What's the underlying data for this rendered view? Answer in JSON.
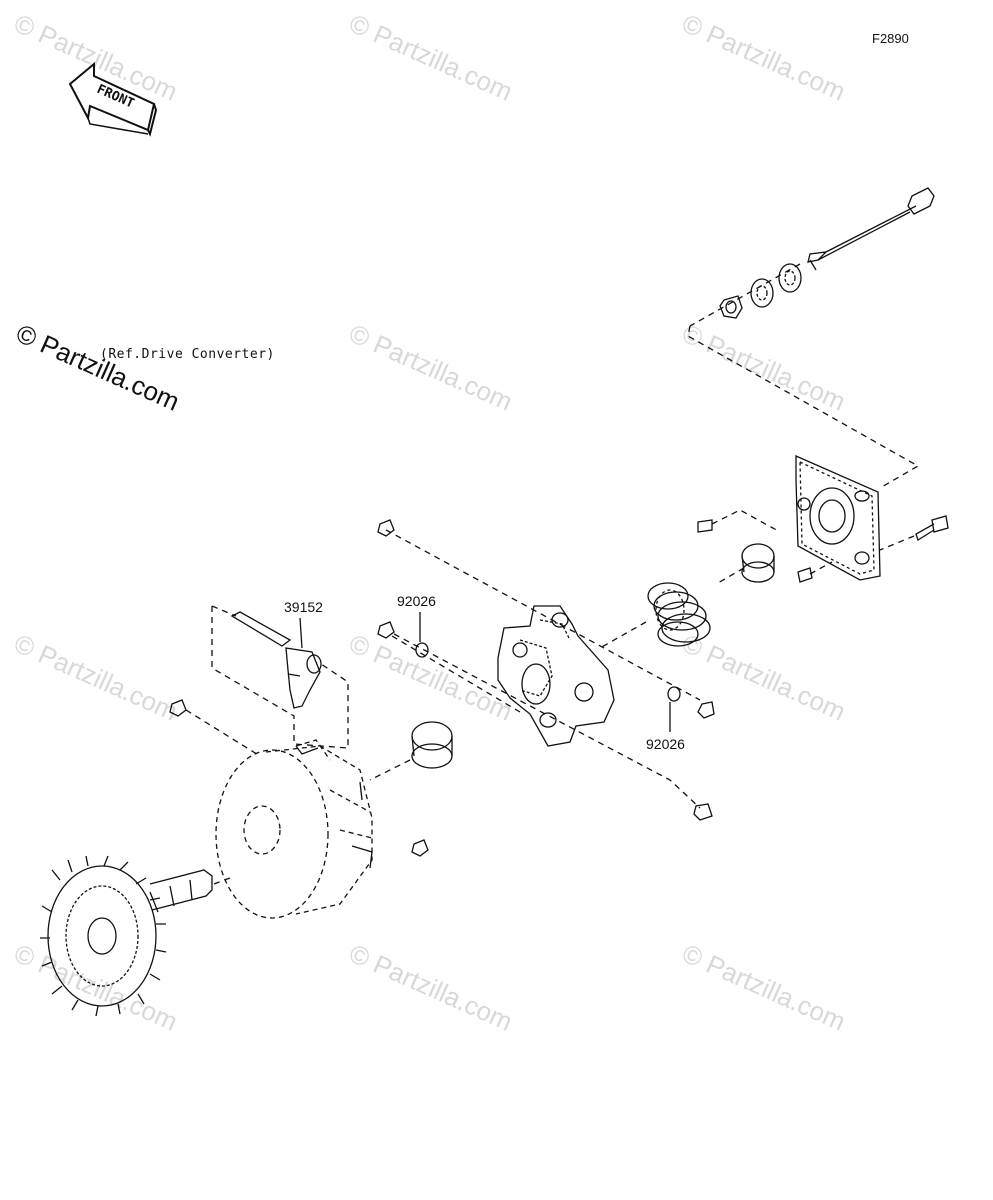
{
  "diagram": {
    "figure_code": "F2890",
    "front_arrow_label": "FRONT",
    "reference_note": "(Ref.Drive Converter)",
    "part_numbers": {
      "arm": "39152",
      "oring_upper": "92026",
      "oring_lower": "92026"
    },
    "watermark_text": "© Partzilla.com",
    "watermark_main": "© Partzilla.com"
  }
}
